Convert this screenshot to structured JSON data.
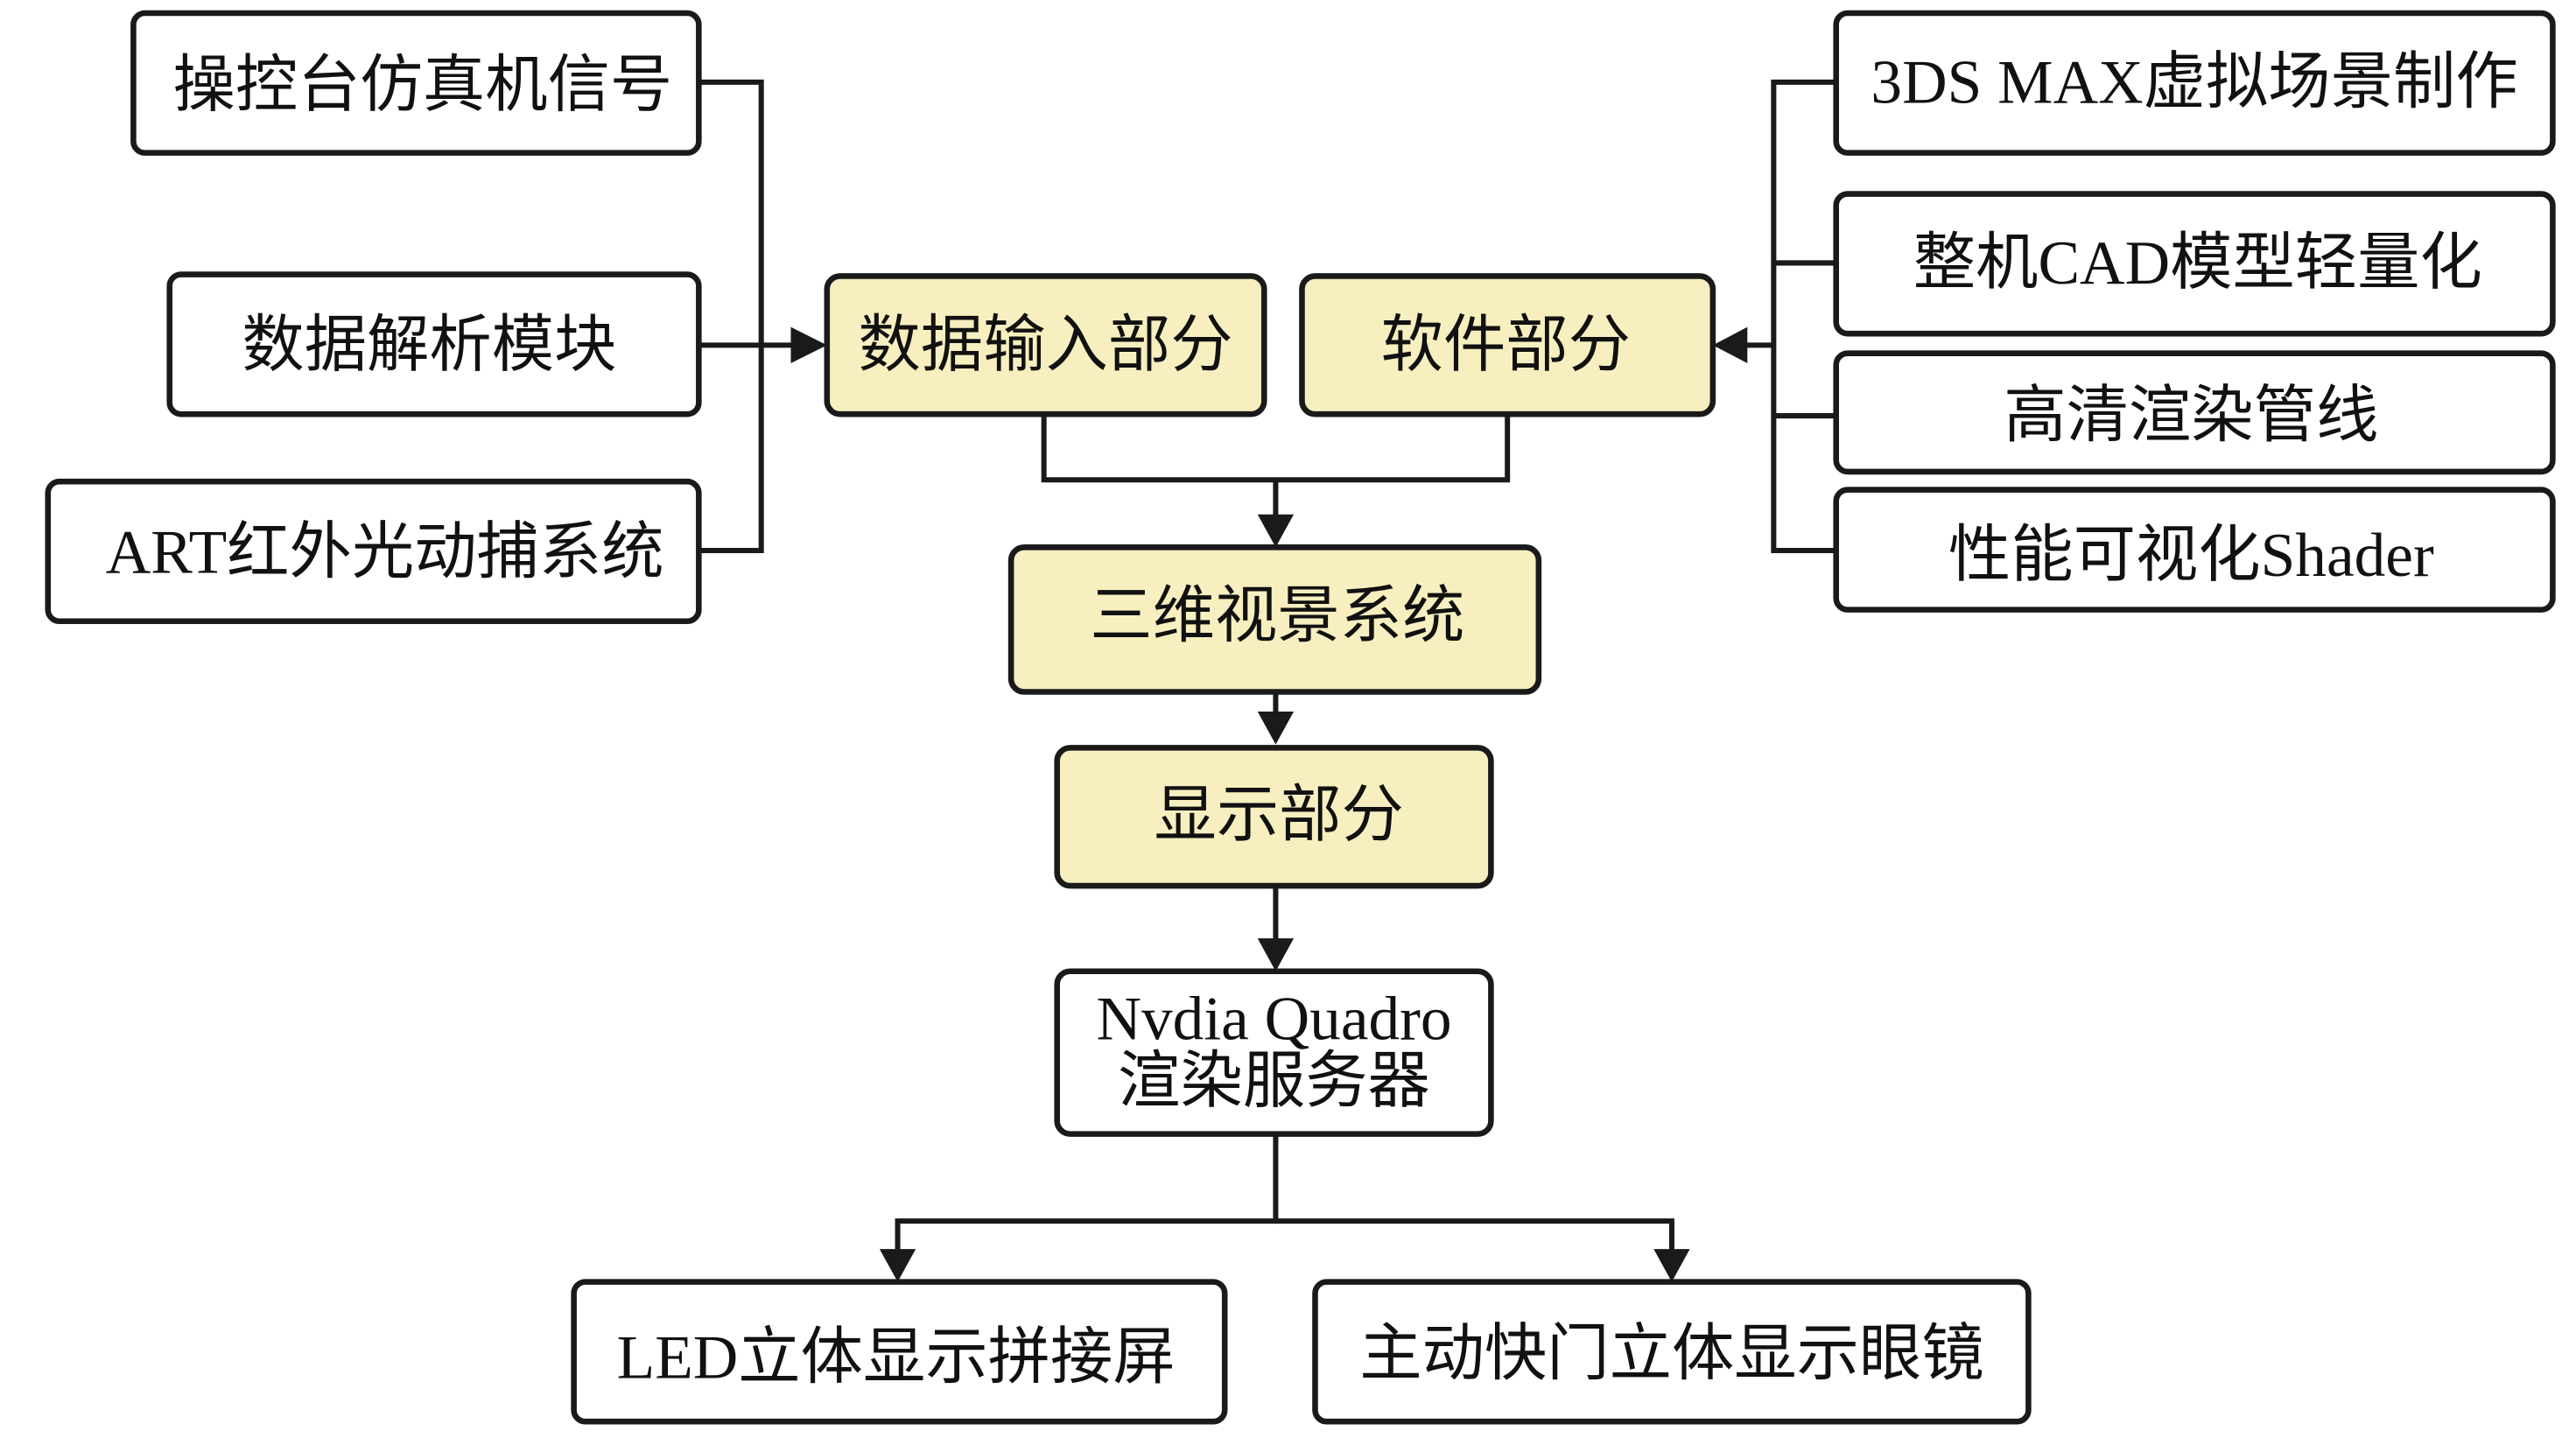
{
  "inputs_left": [
    {
      "label": "操控台仿真机信号"
    },
    {
      "label": "数据解析模块"
    },
    {
      "label": "ART红外光动捕系统"
    }
  ],
  "inputs_right": [
    {
      "label": "3DS MAX虚拟场景制作"
    },
    {
      "label": "整机CAD模型轻量化"
    },
    {
      "label": "高清渲染管线"
    },
    {
      "label": "性能可视化Shader"
    }
  ],
  "core": {
    "data_input": "数据输入部分",
    "software": "软件部分",
    "visual_system": "三维视景系统",
    "display": "显示部分",
    "server_line1": "Nvdia Quadro",
    "server_line2": "渲染服务器"
  },
  "outputs": [
    {
      "label": "LED立体显示拼接屏"
    },
    {
      "label": "主动快门立体显示眼镜"
    }
  ],
  "colors": {
    "highlight_fill": "#f7efbf",
    "stroke": "#1a1a1a"
  }
}
